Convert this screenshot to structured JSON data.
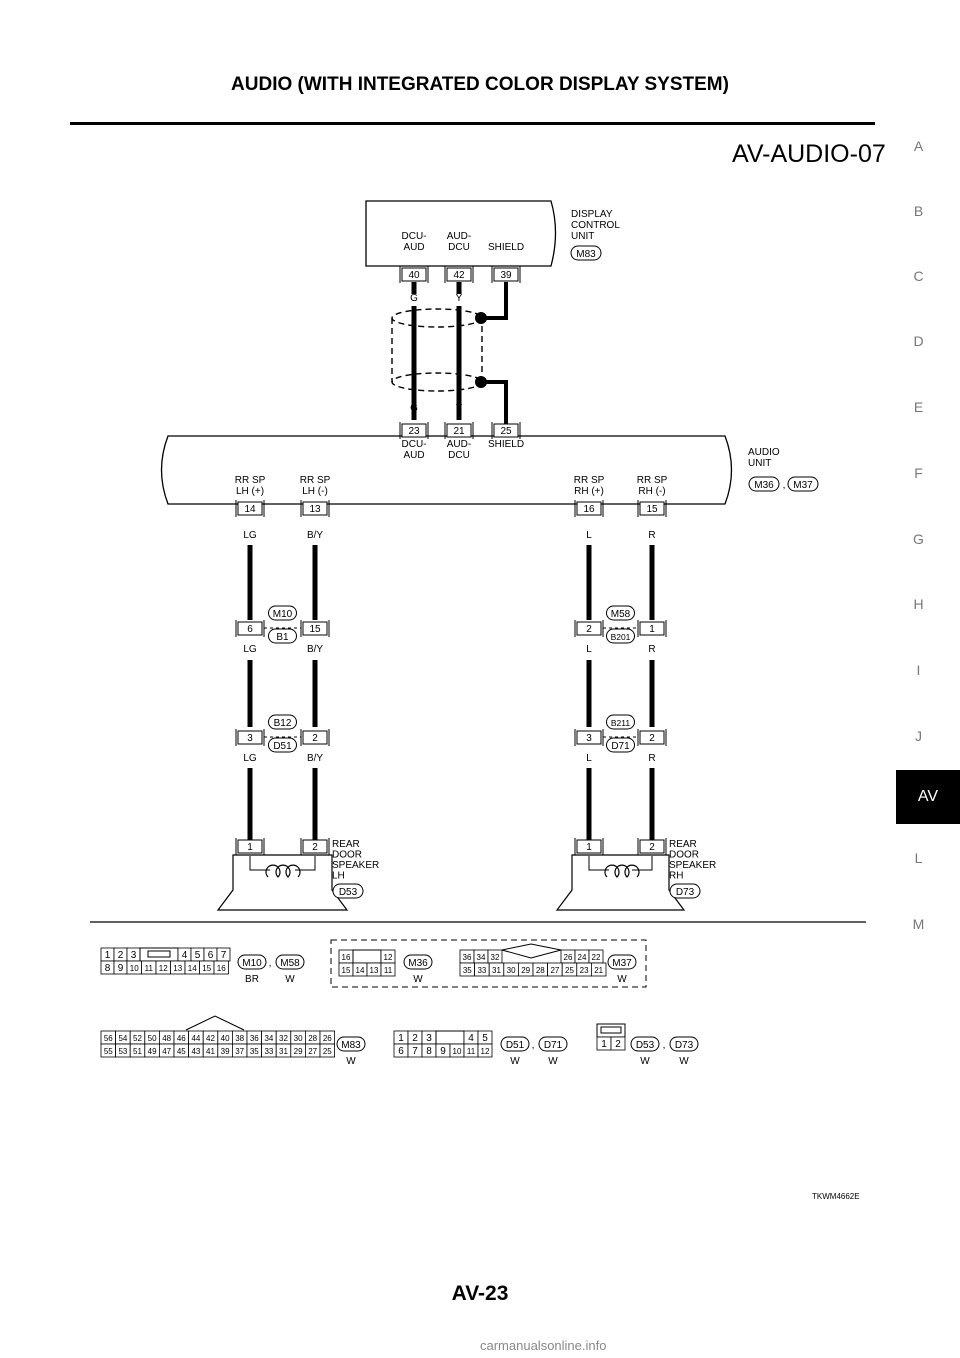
{
  "header": {
    "title": "AUDIO (WITH INTEGRATED COLOR DISPLAY SYSTEM)"
  },
  "diagram_id": "AV-AUDIO-07",
  "side_index": [
    "A",
    "B",
    "C",
    "D",
    "E",
    "F",
    "G",
    "H",
    "I",
    "J",
    "AV",
    "L",
    "M"
  ],
  "side_index_active": "AV",
  "figure_code": "TKWM4662E",
  "page_number": "AV-23",
  "watermark": "carmanualsonline.info",
  "display_unit": {
    "name_lines": [
      "DISPLAY",
      "CONTROL",
      "UNIT"
    ],
    "connector": "M83",
    "pins": [
      {
        "label": [
          "DCU-",
          "AUD"
        ],
        "pin": "40",
        "color": "G"
      },
      {
        "label": [
          "AUD-",
          "DCU"
        ],
        "pin": "42",
        "color": "Y"
      },
      {
        "label": [
          "SHIELD"
        ],
        "pin": "39"
      }
    ]
  },
  "audio_unit": {
    "name_lines": [
      "AUDIO",
      "UNIT"
    ],
    "connectors": [
      "M36",
      "M37"
    ],
    "top_pins": [
      {
        "label": [
          "DCU-",
          "AUD"
        ],
        "pin": "23",
        "color": "G"
      },
      {
        "label": [
          "AUD-",
          "DCU"
        ],
        "pin": "21",
        "color": "Y"
      },
      {
        "label": [
          "SHIELD"
        ],
        "pin": "25"
      }
    ],
    "bottom_pins": [
      {
        "label": [
          "RR SP",
          "LH (+)"
        ],
        "pin": "14",
        "color": "LG"
      },
      {
        "label": [
          "RR SP",
          "LH (-)"
        ],
        "pin": "13",
        "color": "B/Y"
      },
      {
        "label": [
          "RR SP",
          "RH (+)"
        ],
        "pin": "16",
        "color": "L"
      },
      {
        "label": [
          "RR SP",
          "RH (-)"
        ],
        "pin": "15",
        "color": "R"
      }
    ]
  },
  "joints": [
    {
      "top": "M10",
      "bottom": "B1",
      "pins": [
        "6",
        "15"
      ],
      "colors": [
        "LG",
        "B/Y"
      ]
    },
    {
      "top": "B12",
      "bottom": "D51",
      "pins": [
        "3",
        "2"
      ],
      "colors": [
        "LG",
        "B/Y"
      ]
    },
    {
      "top": "M58",
      "bottom": "B201",
      "pins": [
        "2",
        "1"
      ],
      "colors": [
        "L",
        "R"
      ]
    },
    {
      "top": "B211",
      "bottom": "D71",
      "pins": [
        "3",
        "2"
      ],
      "colors": [
        "L",
        "R"
      ]
    }
  ],
  "speakers": [
    {
      "name_lines": [
        "REAR",
        "DOOR",
        "SPEAKER",
        "LH"
      ],
      "connector": "D53",
      "pins": [
        "1",
        "2"
      ]
    },
    {
      "name_lines": [
        "REAR",
        "DOOR",
        "SPEAKER",
        "RH"
      ],
      "connector": "D73",
      "pins": [
        "1",
        "2"
      ]
    }
  ],
  "connector_views": {
    "c1": {
      "rows": [
        [
          "1",
          "2",
          "3",
          "4",
          "5",
          "6",
          "7"
        ],
        [
          "8",
          "9",
          "10",
          "11",
          "12",
          "13",
          "14",
          "15",
          "16"
        ]
      ],
      "ids": [
        "M10",
        "M58"
      ],
      "colors": [
        "BR",
        "W"
      ]
    },
    "c2": {
      "rows": [
        [
          "16",
          "12"
        ],
        [
          "15",
          "14",
          "13",
          "11"
        ]
      ],
      "ids": [
        "M36"
      ],
      "colors": [
        "W"
      ]
    },
    "c3": {
      "rows": [
        [
          "36",
          "34",
          "32",
          "26",
          "24",
          "22"
        ],
        [
          "35",
          "33",
          "31",
          "30",
          "29",
          "28",
          "27",
          "25",
          "23",
          "21"
        ]
      ],
      "ids": [
        "M37"
      ],
      "colors": [
        "W"
      ]
    },
    "c4": {
      "rows": [
        [
          "56",
          "54",
          "52",
          "50",
          "48",
          "46",
          "44",
          "42",
          "40",
          "38",
          "36",
          "34",
          "32",
          "30",
          "28",
          "26"
        ],
        [
          "55",
          "53",
          "51",
          "49",
          "47",
          "45",
          "43",
          "41",
          "39",
          "37",
          "35",
          "33",
          "31",
          "29",
          "27",
          "25"
        ]
      ],
      "ids": [
        "M83"
      ],
      "colors": [
        "W"
      ]
    },
    "c5": {
      "rows": [
        [
          "1",
          "2",
          "3",
          "4",
          "5"
        ],
        [
          "6",
          "7",
          "8",
          "9",
          "10",
          "11",
          "12"
        ]
      ],
      "ids": [
        "D51",
        "D71"
      ],
      "colors": [
        "W",
        "W"
      ]
    },
    "c6": {
      "rows": [
        [
          "1",
          "2"
        ]
      ],
      "ids": [
        "D53",
        "D73"
      ],
      "colors": [
        "W",
        "W"
      ]
    }
  }
}
